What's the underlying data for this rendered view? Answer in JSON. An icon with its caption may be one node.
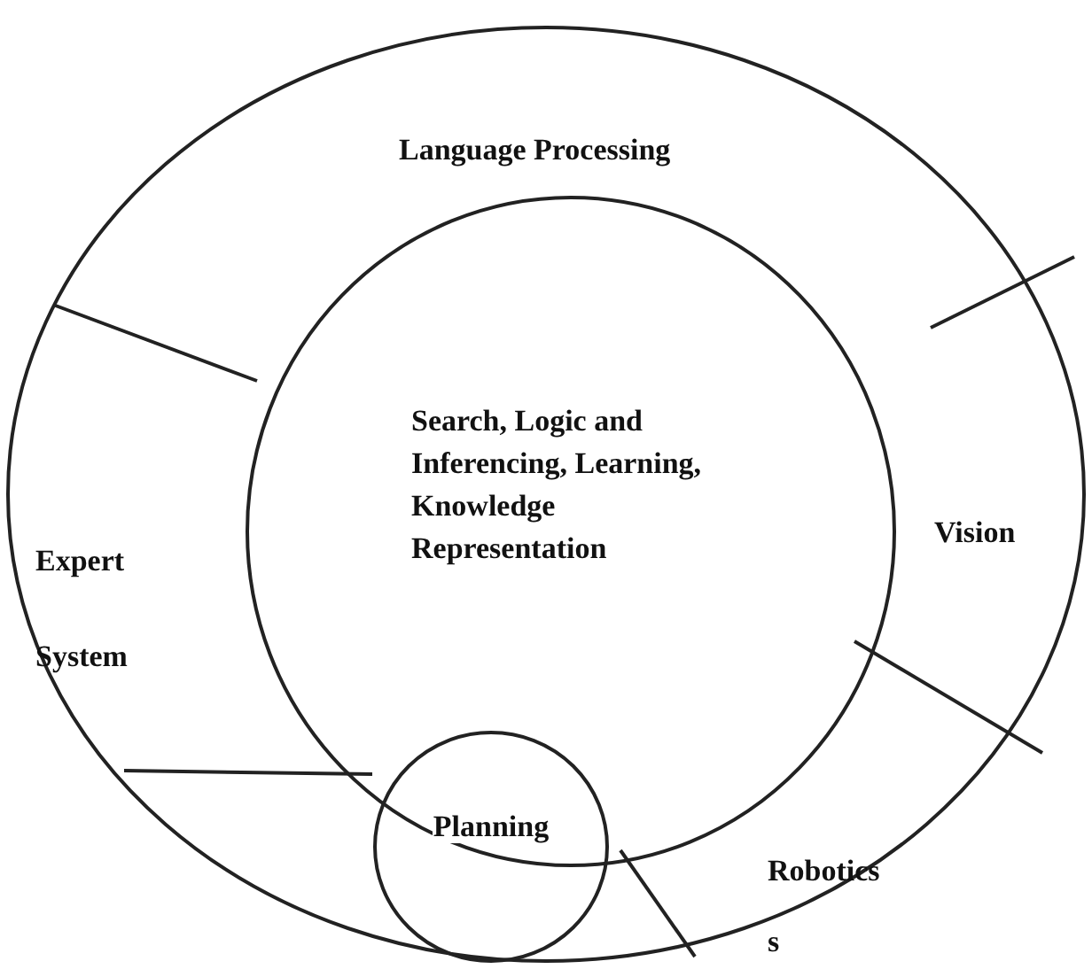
{
  "diagram": {
    "nodes": [
      {
        "text": [],
        "shape": "circle"
      },
      {
        "text": [
          "Language Processing"
        ],
        "in": 0
      },
      {
        "text": [
          "Vision"
        ],
        "in": 0
      },
      {
        "text": [
          "Robotics s"
        ],
        "in": 0
      },
      {
        "text": [
          "Expert System"
        ],
        "in": 0
      },
      {
        "text": [
          "Search, Logic and Inferencing, Learning, Knowledge Representation"
        ],
        "in": 0
      },
      {
        "text": [
          "Planning"
        ],
        "in": 0
      }
    ]
  }
}
